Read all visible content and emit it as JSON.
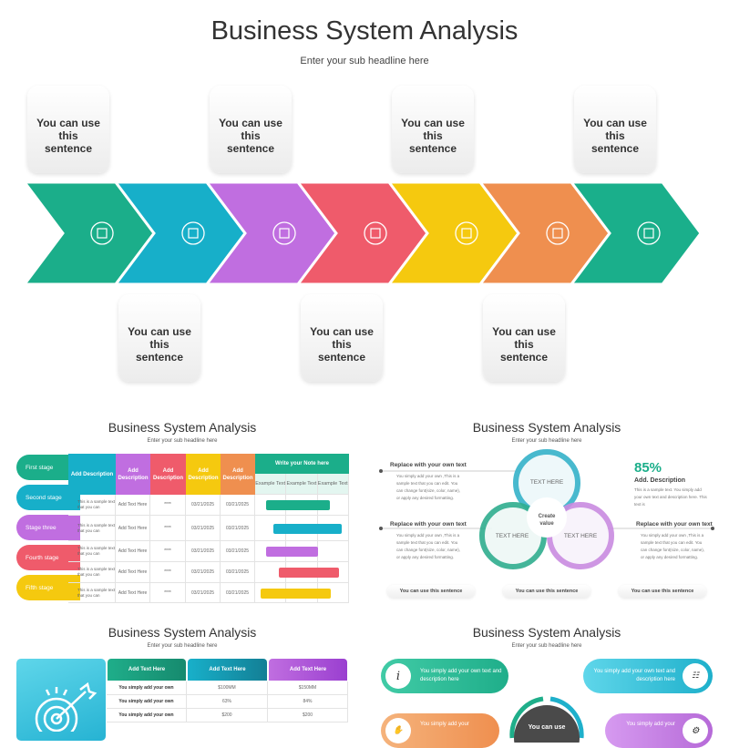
{
  "header": {
    "title": "Business System Analysis",
    "subtitle": "Enter your sub headline here"
  },
  "process": {
    "top_cards": [
      "You can use this sentence",
      "You can use this sentence",
      "You can use this sentence",
      "You can use this sentence"
    ],
    "bottom_cards": [
      "You can use this sentence",
      "You can use this sentence",
      "You can use this sentence"
    ],
    "chevrons": [
      {
        "color": "#1bae8a",
        "icon": "gear-cycle-icon"
      },
      {
        "color": "#17afc9",
        "icon": "presentation-board-icon"
      },
      {
        "color": "#c06ee0",
        "icon": "rated-building-icon"
      },
      {
        "color": "#ef5b6b",
        "icon": "megaphone-chart-icon"
      },
      {
        "color": "#f5c90f",
        "icon": "network-megaphone-icon"
      },
      {
        "color": "#ef8f4f",
        "icon": "growth-chart-icon"
      },
      {
        "color": "#1aaf8b",
        "icon": "diamond-hands-icon"
      }
    ]
  },
  "slide1": {
    "title": "Business System Analysis",
    "subtitle": "Enter your sub headline here",
    "stages": [
      {
        "label": "First stage",
        "color": "#1bae8a"
      },
      {
        "label": "Second stage",
        "color": "#17afc9"
      },
      {
        "label": "Stage three",
        "color": "#c06ee0"
      },
      {
        "label": "Fourth stage",
        "color": "#ef5b6b"
      },
      {
        "label": "Fifth stage",
        "color": "#f5c90f"
      }
    ],
    "headers": [
      {
        "label": "Add Description",
        "color": "#17afc9"
      },
      {
        "label": "Add Description",
        "color": "#c06ee0"
      },
      {
        "label": "Add Description",
        "color": "#ef5b6b"
      },
      {
        "label": "Add Description",
        "color": "#f5c90f"
      },
      {
        "label": "Add Description",
        "color": "#ef8f4f"
      }
    ],
    "note_header": "Write your Note here",
    "note_cols": [
      "Example Text",
      "Example Text",
      "Example Text"
    ],
    "rows": [
      [
        "This is a sample text that you can",
        "Add Text Here",
        "****",
        "03/21/2025",
        "03/21/2025"
      ],
      [
        "This is a sample text that you can",
        "Add Text Here",
        "****",
        "03/21/2025",
        "03/21/2025"
      ],
      [
        "This is a sample text that you can",
        "Add Text Here",
        "****",
        "03/21/2025",
        "03/21/2025"
      ],
      [
        "This is a sample text that you can",
        "Add Text Here",
        "****",
        "03/21/2025",
        "03/21/2025"
      ],
      [
        "This is a sample text that you can",
        "Add Text Here",
        "****",
        "03/21/2025",
        "03/21/2025"
      ]
    ]
  },
  "slide2": {
    "title": "Business System Analysis",
    "subtitle": "Enter your sub headline here",
    "left_blocks": [
      {
        "heading": "Replace with your own text",
        "body": "You simply add your own ,This is a sample text that you can edit. You can change font(size, color, name), or apply any desired formatting."
      },
      {
        "heading": "Replace with your own text",
        "body": "You simply add your own ,This is a sample text that you can edit. You can change font(size, color, name), or apply any desired formatting."
      }
    ],
    "right_block": {
      "heading": "Replace with your own text",
      "body": "You simply add your own ,This is a sample text that you can edit. You can change font(size, color, name), or apply any desired formatting."
    },
    "stat": {
      "value": "85%",
      "label": "Add. Description",
      "body": "This is a sample text. You simply add your own text and description here. This text is"
    },
    "circles": [
      "TEXT HERE",
      "TEXT HERE",
      "TEXT HERE"
    ],
    "center": "Create value",
    "buttons": [
      "You can use this sentence",
      "You can use this sentence",
      "You can use this sentence"
    ]
  },
  "slide3": {
    "title": "Business System Analysis",
    "subtitle": "Enter your sub headline here",
    "headers": [
      "Add Text Here",
      "Add Text Here",
      "Add Text Here"
    ],
    "rows": [
      [
        "You simply add your own",
        "$100MM",
        "$150MM"
      ],
      [
        "You simply add your own",
        "63%",
        "84%"
      ],
      [
        "You simply add your own",
        "$200",
        "$200"
      ]
    ]
  },
  "slide4": {
    "title": "Business System Analysis",
    "subtitle": "Enter your sub headline here",
    "bubbles": [
      "You simply add your own text and description here",
      "You simply add your own text and description here",
      "You simply add your",
      "You simply add your"
    ],
    "center": "You can use"
  }
}
